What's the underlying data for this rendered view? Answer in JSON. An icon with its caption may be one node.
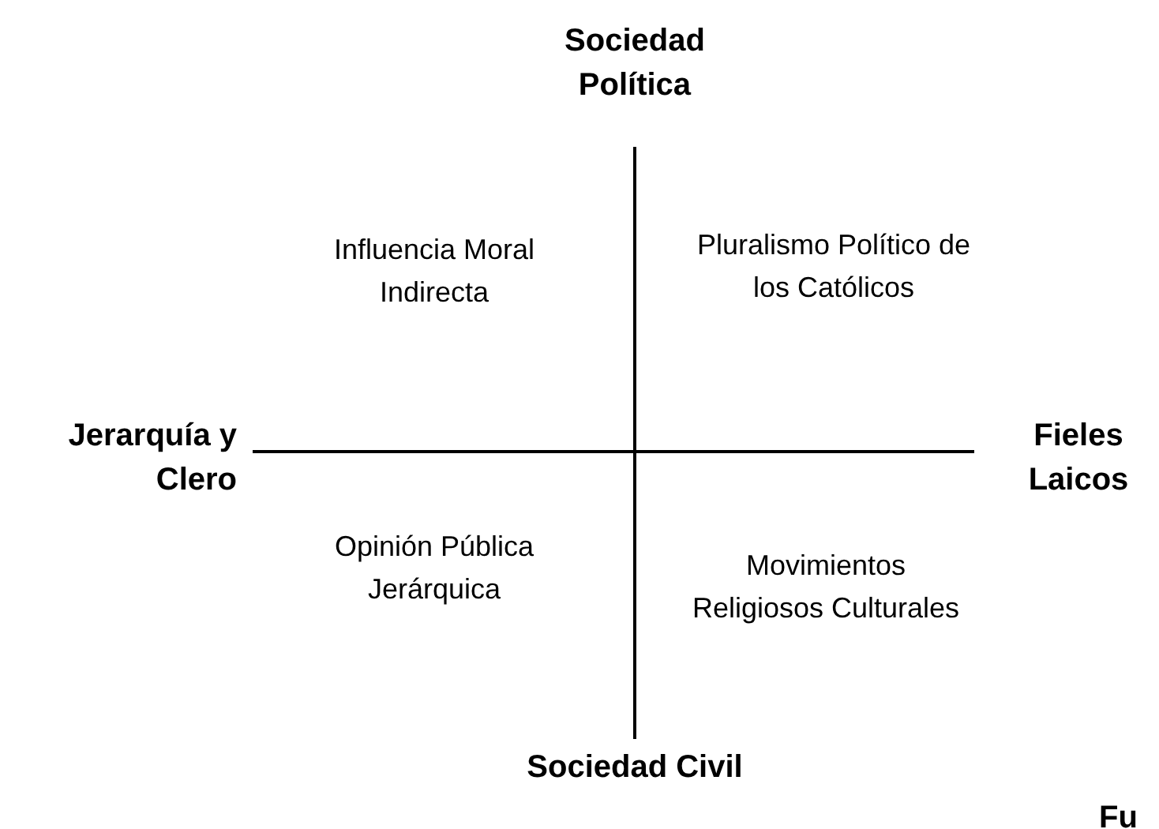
{
  "diagram": {
    "labels": [
      "Sociedad Política",
      "Influencia Moral Indirecta",
      "Pluralismo Político de los Católicos",
      "Jerarquía y Clero",
      "Fieles Laicos",
      "Opinión Pública Jerárquica",
      "Movimientos Religiosos Culturales",
      "Sociedad Civil",
      "Fu"
    ]
  }
}
